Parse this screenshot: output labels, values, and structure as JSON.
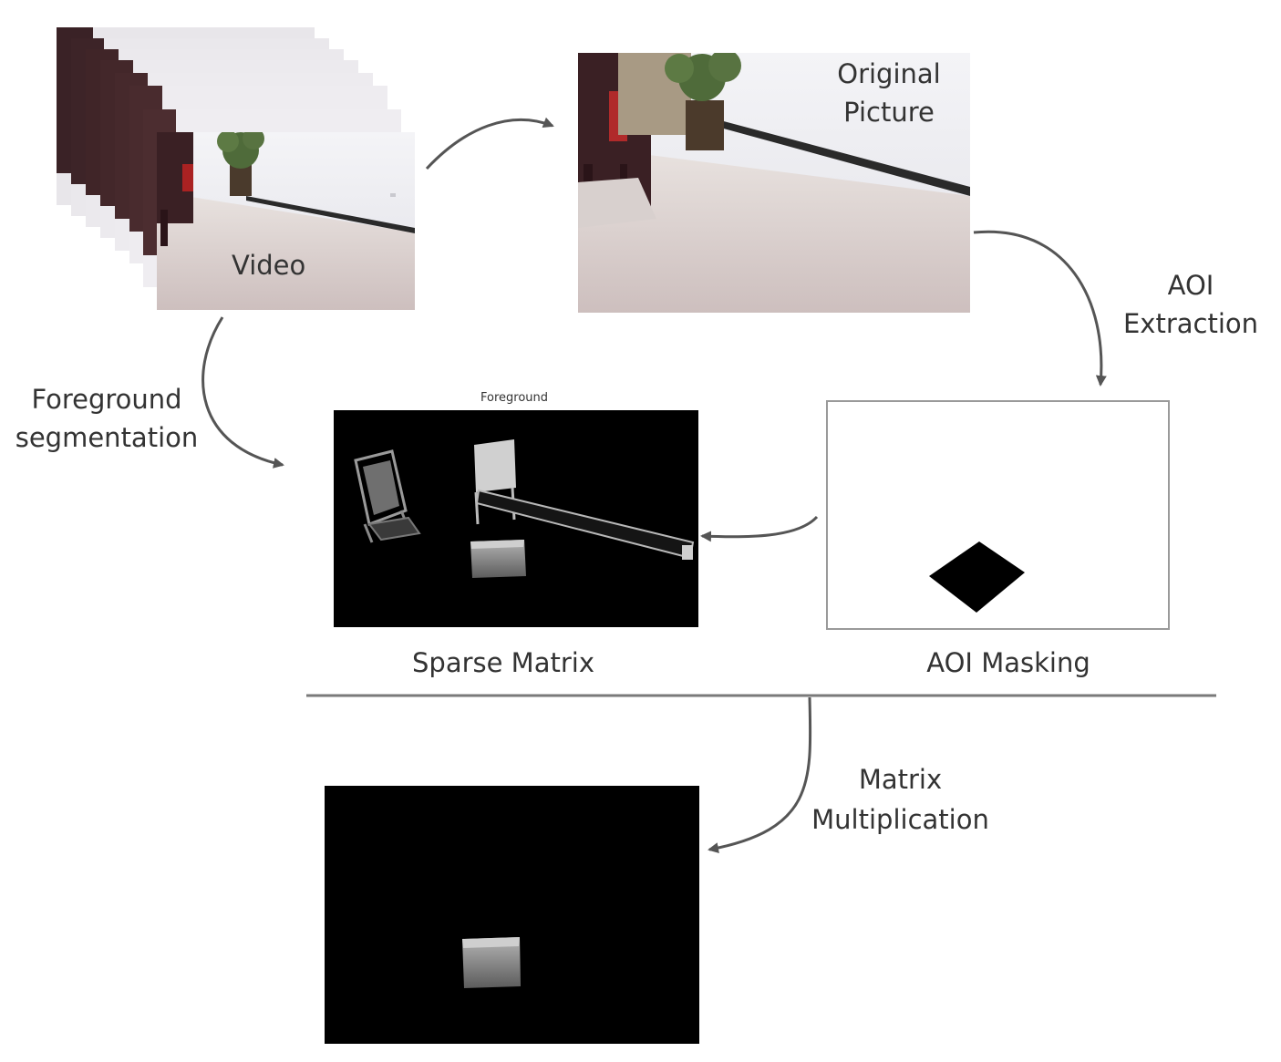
{
  "labels": {
    "video": "Video",
    "original_picture_l1": "Original",
    "original_picture_l2": "Picture",
    "aoi_extraction_l1": "AOI",
    "aoi_extraction_l2": "Extraction",
    "foreground_seg_l1": "Foreground",
    "foreground_seg_l2": "segmentation",
    "foreground_panel_title": "Foreground",
    "sparse_matrix": "Sparse Matrix",
    "aoi_masking": "AOI Masking",
    "matrix_mult_l1": "Matrix",
    "matrix_mult_l2": "Multiplication"
  },
  "colors": {
    "arrow": "#555555",
    "wall": "#eeeef2",
    "floor": "#ddd6d4",
    "panel_black": "#000000",
    "divider": "#7a7a7a"
  }
}
